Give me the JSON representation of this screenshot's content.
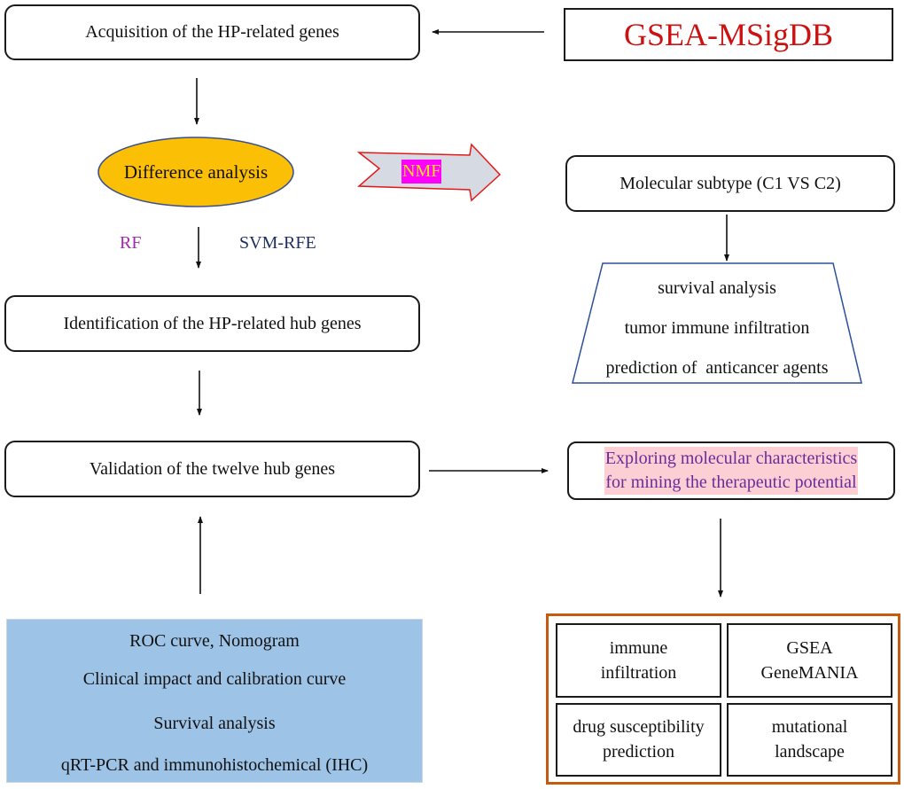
{
  "nodes": {
    "acquisition": "Acquisition of the HP-related genes",
    "source_db": "GSEA-MSigDB",
    "difference_analysis": "Difference analysis",
    "method_left": "RF",
    "method_right": "SVM-RFE",
    "nmf_arrow": "NMF",
    "molecular_subtype": "Molecular subtype (C1 VS C2)",
    "subtype_analyses": [
      "survival analysis",
      "tumor immune infiltration",
      "prediction of  anticancer agents"
    ],
    "identification": "Identification of the HP-related hub genes",
    "validation": "Validation of the twelve hub genes",
    "exploring": [
      "Exploring molecular characteristics",
      "for mining the therapeutic potential"
    ],
    "validation_methods": [
      "ROC curve, Nomogram",
      "Clinical impact and calibration curve",
      "Survival analysis",
      "qRT-PCR and immunohistochemical (IHC)"
    ],
    "characteristics_grid": [
      [
        "immune",
        "infiltration"
      ],
      [
        "GSEA",
        "GeneMANIA"
      ],
      [
        "drug susceptibility",
        "prediction"
      ],
      [
        "mutational",
        "landscape"
      ]
    ]
  },
  "colors": {
    "source_db_text": "#cc1111",
    "ellipse_fill": "#fbbf06",
    "ellipse_stroke": "#3a4f8f",
    "method_left": "#a02aa8",
    "method_right": "#1e2f5e",
    "nmf_arrow_fill": "#d6dbe3",
    "nmf_arrow_stroke": "#e31a1a",
    "nmf_label_bg": "#ff00ff",
    "nmf_label_text": "#f5e01a",
    "trapezoid_stroke": "#2b4f9a",
    "exploring_highlight": "#fbcfd4",
    "exploring_text": "#6a2c9a",
    "validation_panel_fill": "#9dc3e6",
    "grid_frame": "#c55a11"
  }
}
